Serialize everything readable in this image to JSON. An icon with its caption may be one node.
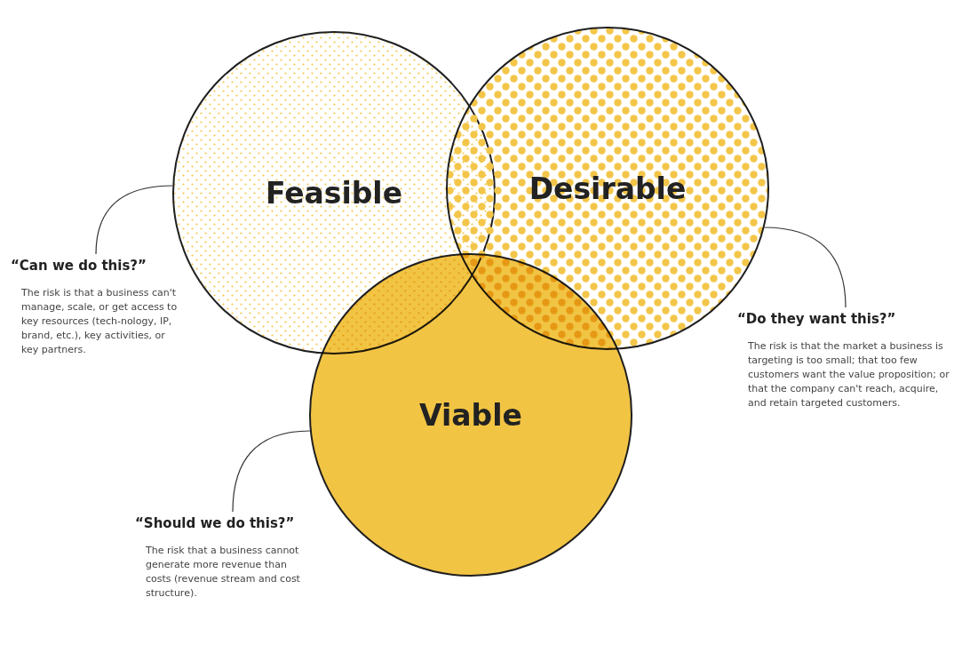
{
  "diagram": {
    "nodes": [
      {
        "text": [
          "Feasible"
        ]
      },
      {
        "text": [
          "Desirable"
        ]
      },
      {
        "text": [
          "Viable"
        ]
      },
      {
        "text": [
          "“Can we do this?”",
          "The risk is that a business can't manage, scale, or get access to key resources (tech-nology, IP, brand, etc.), key activities, or key partners."
        ]
      },
      {
        "text": [
          "“Do they want this?”",
          "The risk is that the market a business is targeting is too small; that too few customers want the value proposition; or that the company can't reach, acquire, and retain targeted customers."
        ]
      },
      {
        "text": [
          "“Should we do this?”",
          "The risk that a business cannot generate more revenue than costs (revenue stream and cost structure)."
        ]
      }
    ],
    "edges": [
      {
        "from": 3,
        "to": 0,
        "arrow": "none"
      },
      {
        "from": 4,
        "to": 1,
        "arrow": "none"
      },
      {
        "from": 5,
        "to": 2,
        "arrow": "none"
      }
    ]
  }
}
